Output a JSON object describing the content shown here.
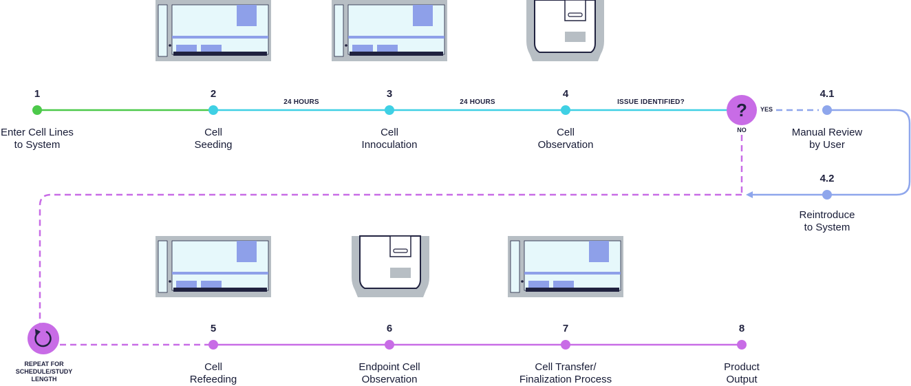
{
  "colors": {
    "green": "#4cc94a",
    "teal": "#3fd0e4",
    "lavender": "#8ea6ec",
    "purple": "#c86ce6",
    "navy": "#20223f",
    "device_gray": "#b7bec4",
    "device_screen": "#e6f8fb",
    "device_accent": "#8ea0e9"
  },
  "steps": [
    {
      "id": "1",
      "label_lines": [
        "Enter Cell Lines",
        "to System"
      ]
    },
    {
      "id": "2",
      "label_lines": [
        "Cell",
        "Seeding"
      ]
    },
    {
      "id": "3",
      "label_lines": [
        "Cell",
        "Innoculation"
      ]
    },
    {
      "id": "4",
      "label_lines": [
        "Cell",
        "Observation"
      ]
    },
    {
      "id": "4.1",
      "label_lines": [
        "Manual Review",
        "by User"
      ]
    },
    {
      "id": "4.2",
      "label_lines": [
        "Reintroduce",
        "to System"
      ]
    },
    {
      "id": "5",
      "label_lines": [
        "Cell",
        "Refeeding"
      ]
    },
    {
      "id": "6",
      "label_lines": [
        "Endpoint Cell",
        "Observation"
      ]
    },
    {
      "id": "7",
      "label_lines": [
        "Cell Transfer/",
        "Finalization Process"
      ]
    },
    {
      "id": "8",
      "label_lines": [
        "Product",
        "Output"
      ]
    }
  ],
  "intervals": [
    "24 HOURS",
    "24 HOURS"
  ],
  "decision": {
    "question": "ISSUE IDENTIFIED?",
    "symbol": "?",
    "yes": "YES",
    "no": "NO"
  },
  "repeat": {
    "lines": [
      "REPEAT FOR",
      "SCHEDULE/STUDY",
      "LENGTH"
    ],
    "icon": "loop-arrow-icon"
  },
  "devices": [
    {
      "name": "incubator-device-seeding",
      "kind": "incubator"
    },
    {
      "name": "incubator-device-innoculation",
      "kind": "incubator"
    },
    {
      "name": "imager-device-observation",
      "kind": "imager"
    },
    {
      "name": "incubator-device-refeeding",
      "kind": "incubator"
    },
    {
      "name": "imager-device-endpoint",
      "kind": "imager"
    },
    {
      "name": "incubator-device-transfer",
      "kind": "incubator"
    }
  ]
}
